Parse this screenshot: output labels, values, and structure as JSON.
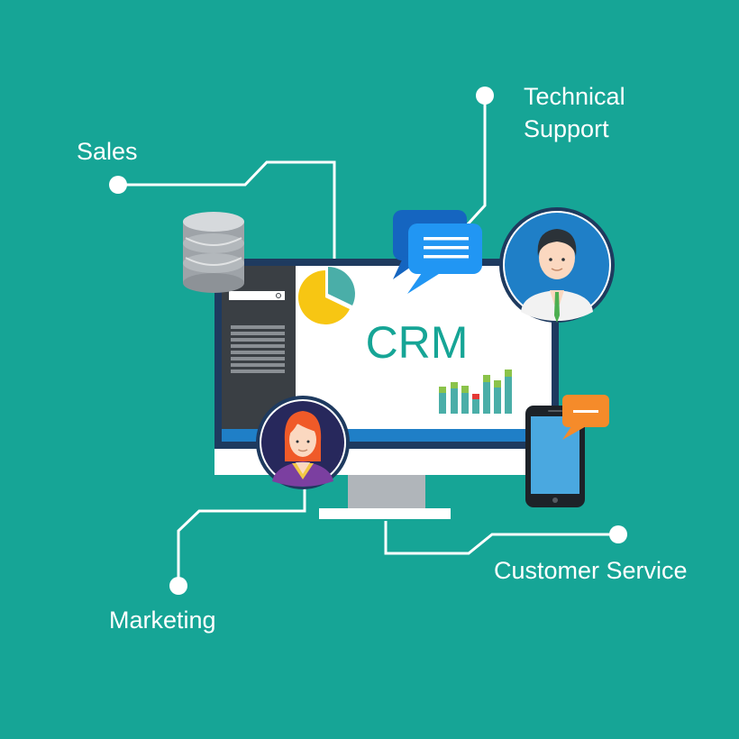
{
  "nodes": {
    "technical_support": {
      "line1": "Technical",
      "line2": "Support"
    },
    "sales": "Sales",
    "marketing": "Marketing",
    "customer_service": "Customer Service"
  },
  "center": {
    "title": "CRM"
  },
  "colors": {
    "background": "#16a596",
    "connector": "#ffffff",
    "crm_text": "#16a596",
    "monitor_bezel": "#1e3a5f",
    "sidebar": "#3a3f44",
    "chat_bubble": "#2196f3",
    "phone_bubble": "#f58b2a",
    "pie_main": "#f7c613",
    "pie_slice": "#4aaea8",
    "avatar_ring": "#1e3a5f"
  },
  "icons": [
    "database-icon",
    "chat-bubble-icon",
    "pie-chart-icon",
    "bar-chart-icon",
    "man-avatar-icon",
    "woman-avatar-icon",
    "smartphone-icon"
  ]
}
